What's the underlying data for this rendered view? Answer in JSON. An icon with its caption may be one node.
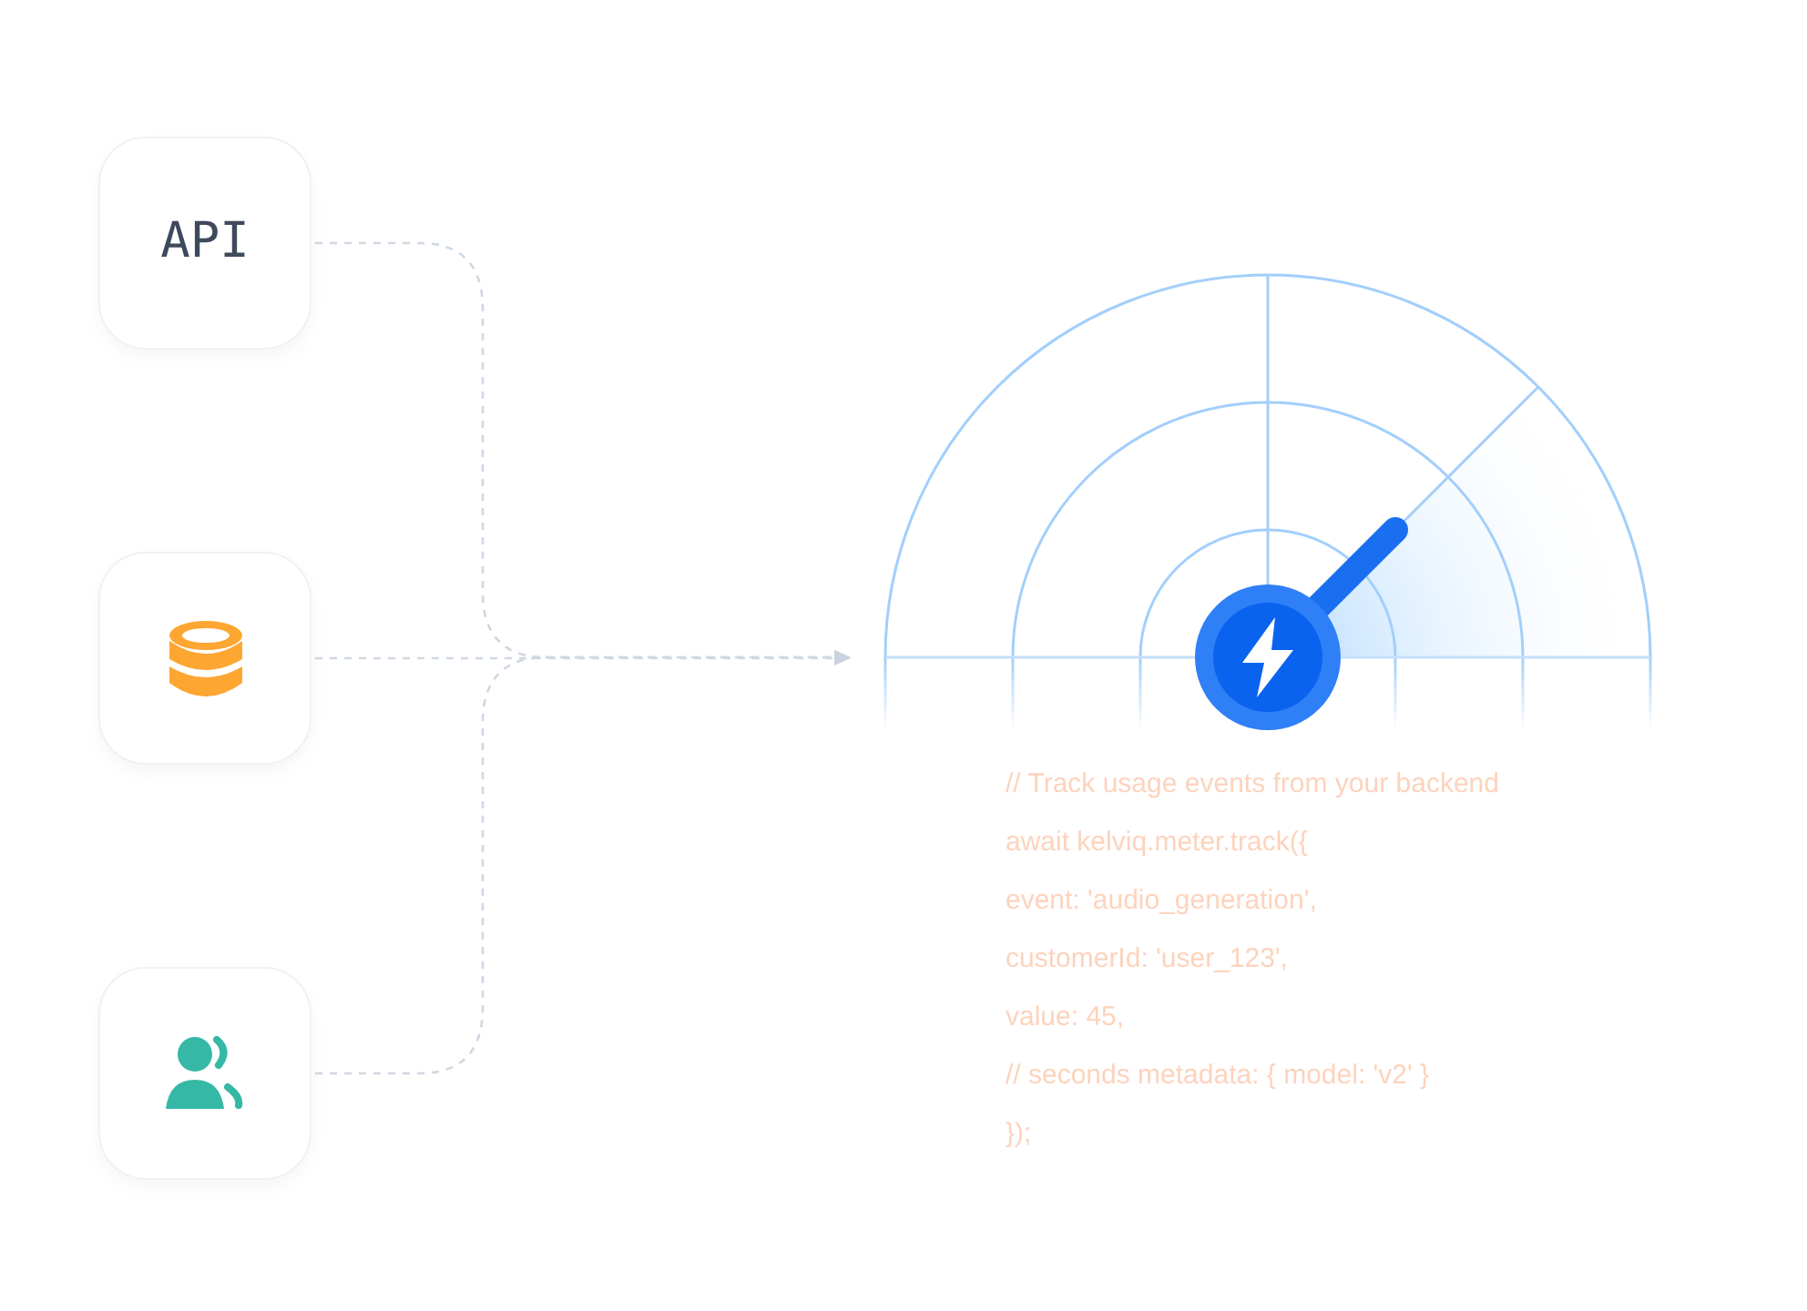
{
  "diagram": {
    "nodes": [
      {
        "text": [
          "API"
        ]
      },
      {
        "text": [],
        "shape": "box"
      },
      {
        "text": [],
        "shape": "box"
      },
      {
        "text": [],
        "shape": "picture"
      }
    ],
    "edges": [
      {
        "from": 0,
        "to": 3,
        "arrow": "to",
        "style": "dashed"
      },
      {
        "from": 1,
        "to": 3,
        "arrow": "to",
        "style": "dashed"
      },
      {
        "from": 2,
        "to": 3,
        "arrow": "to",
        "style": "dashed"
      }
    ],
    "labels": [
      "// Track usage events from your backend",
      "await kelviq.meter.track({",
      "event: 'audio_generation',",
      "customerId: 'user_123',",
      "value: 45,",
      "// seconds metadata: { model: 'v2' }",
      "});"
    ]
  }
}
